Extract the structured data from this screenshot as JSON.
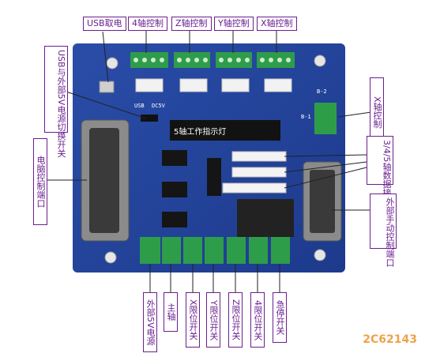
{
  "labels": {
    "usb_power": "USB取电",
    "axis4": "4轴控制",
    "z": "Z轴控制",
    "y": "Y轴控制",
    "x": "X轴控制",
    "usb_switch": "USB与外部5V电源切换开关",
    "x_right": "X轴控制",
    "pc_port": "电脑控制端口",
    "five_axis_indicator": "5轴工作指示灯",
    "io345": "3/4/5轴数据接口",
    "ext_manual": "外部手动控制端口",
    "b": {
      "ext5v": "外部5V电源",
      "spindle": "主轴",
      "limit_x": "X限位开关",
      "limit_y": "Y限位开关",
      "limit_z": "Z限位开关",
      "limit_4": "4限位开关",
      "emergency": "急停开关"
    }
  },
  "silk": {
    "b2": "B-2",
    "b1": "B-1",
    "usb": "USB",
    "dc5v": "DC5V"
  },
  "watermark": "2C62143"
}
